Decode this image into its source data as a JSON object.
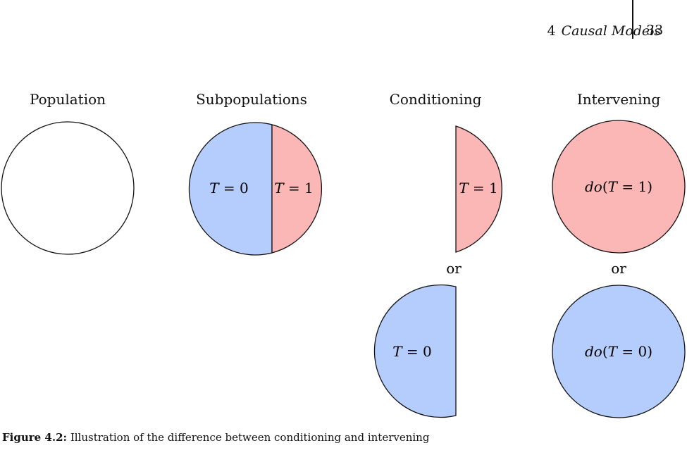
{
  "header": {
    "chapter_number": "4",
    "chapter_title": "Causal Models",
    "page_number": "33"
  },
  "figure": {
    "titles": [
      "Population",
      "Subpopulations",
      "Conditioning",
      "Intervening"
    ],
    "labels": {
      "t0": "T = 0",
      "t1": "T = 1",
      "do1": "do(T = 1)",
      "do0": "do(T = 0)",
      "or": "or"
    },
    "colors": {
      "blue": "#b5cdfd",
      "red": "#fbb6b6",
      "stroke": "#111111"
    }
  },
  "caption": {
    "label": "Figure 4.2:",
    "text": " Illustration of the difference between conditioning and intervening"
  }
}
